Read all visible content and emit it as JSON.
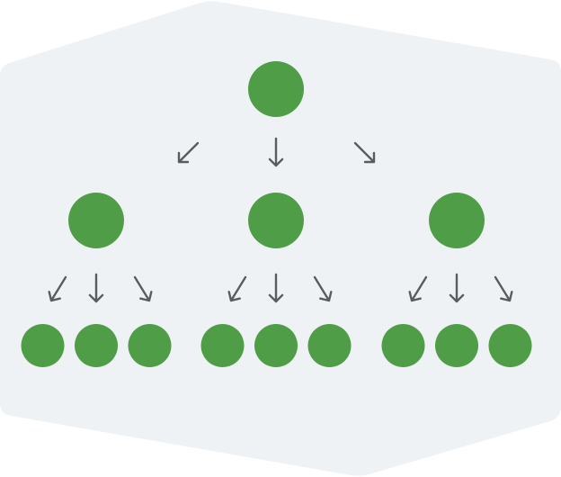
{
  "diagram": {
    "type": "tree",
    "branching_factor": 3,
    "levels": 3,
    "node_counts_per_level": [
      1,
      3,
      9
    ],
    "colors": {
      "background_shape": "#eef2f5",
      "node": "#4f9d47",
      "arrow": "#5a5c60"
    },
    "icons": {
      "node": "circle-node-icon",
      "edge": "arrow-icon"
    }
  }
}
